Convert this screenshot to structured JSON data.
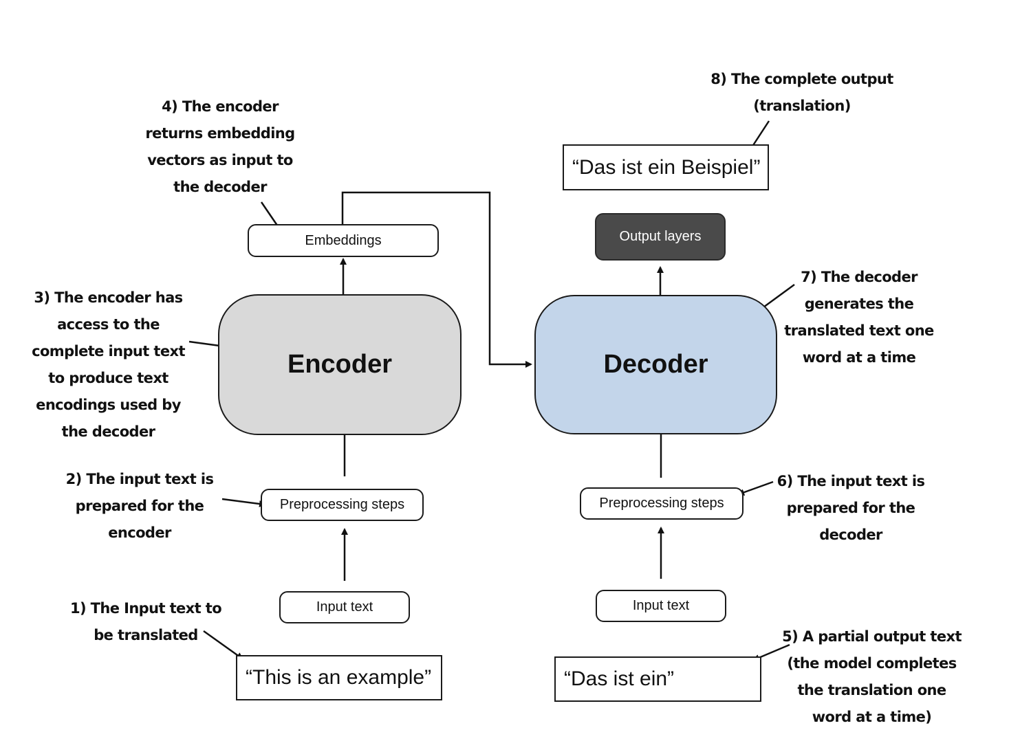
{
  "encoder_side": {
    "input_quote": "“This is an example”",
    "input_text": "Input text",
    "preprocessing": "Preprocessing steps",
    "block": "Encoder",
    "embeddings": "Embeddings"
  },
  "decoder_side": {
    "input_quote": "“Das ist ein”",
    "input_text": "Input text",
    "preprocessing": "Preprocessing steps",
    "block": "Decoder",
    "output_layers": "Output layers",
    "output_quote": "“Das ist ein Beispiel”"
  },
  "annotations": [
    {
      "lines": [
        "1) The Input text to",
        "be translated"
      ]
    },
    {
      "lines": [
        "2) The input text is",
        "prepared for the",
        "encoder"
      ]
    },
    {
      "lines": [
        "3) The encoder has",
        "access to the",
        "complete input text",
        "to produce text",
        "encodings used by",
        "the decoder"
      ]
    },
    {
      "lines": [
        "4) The encoder",
        "returns embedding",
        "vectors as input to",
        "the decoder"
      ]
    },
    {
      "lines": [
        "5) A partial output text",
        "(the model completes",
        "the translation one",
        "word at a time)"
      ]
    },
    {
      "lines": [
        "6) The input text is",
        "prepared for the",
        "decoder"
      ]
    },
    {
      "lines": [
        "7) The decoder",
        "generates the",
        "translated text one",
        "word at a time"
      ]
    },
    {
      "lines": [
        "8) The complete output",
        "(translation)"
      ]
    }
  ],
  "colors": {
    "encoder_fill": "#d9d9d9",
    "decoder_fill": "#c3d5ea",
    "output_layers_fill": "#4a4a4a",
    "stroke": "#1a1a1a"
  }
}
